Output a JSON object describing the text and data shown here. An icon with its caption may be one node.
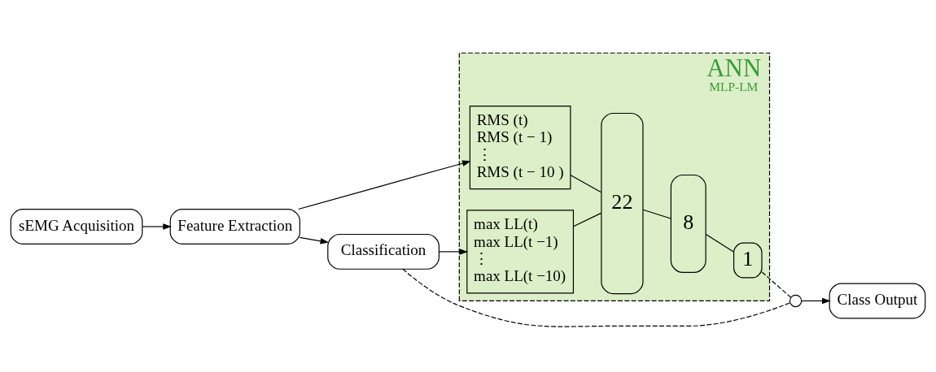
{
  "diagram": {
    "nodes": [
      {
        "text": [
          "sEMG Acquisition"
        ]
      },
      {
        "text": [
          "Feature Extraction"
        ]
      },
      {
        "text": [
          "Classification"
        ]
      },
      {
        "text": [
          "ANN",
          "MLP-LM"
        ]
      },
      {
        "text": [
          "RMS (t)",
          "RMS (t − 1)",
          "⋮",
          "RMS (t − 10 )"
        ],
        "in": 3
      },
      {
        "text": [
          "max LL(t)",
          "max LL(t −1)",
          "⋮",
          "max LL(t −10)"
        ],
        "in": 3
      },
      {
        "text": [
          "22"
        ],
        "in": 3
      },
      {
        "text": [
          "8"
        ],
        "in": 3
      },
      {
        "text": [
          "1"
        ],
        "in": 3
      },
      {
        "text": [],
        "shape": "circle"
      },
      {
        "text": [
          "Class Output"
        ]
      }
    ],
    "edges": [
      {
        "from": 0,
        "to": 1,
        "arrow": "to"
      },
      {
        "from": 1,
        "to": 2,
        "arrow": "to"
      },
      {
        "from": 1,
        "to": 4,
        "arrow": "to"
      },
      {
        "from": 2,
        "to": 5,
        "arrow": "to"
      },
      {
        "from": 4,
        "to": 6,
        "arrow": "none"
      },
      {
        "from": 5,
        "to": 6,
        "arrow": "none"
      },
      {
        "from": 6,
        "to": 7,
        "arrow": "none"
      },
      {
        "from": 7,
        "to": 8,
        "arrow": "none"
      },
      {
        "from": 8,
        "to": 9,
        "arrow": "none",
        "style": "dashed"
      },
      {
        "from": 2,
        "to": 9,
        "arrow": "none",
        "style": "dashed"
      },
      {
        "from": 9,
        "to": 10,
        "arrow": "to"
      }
    ]
  }
}
